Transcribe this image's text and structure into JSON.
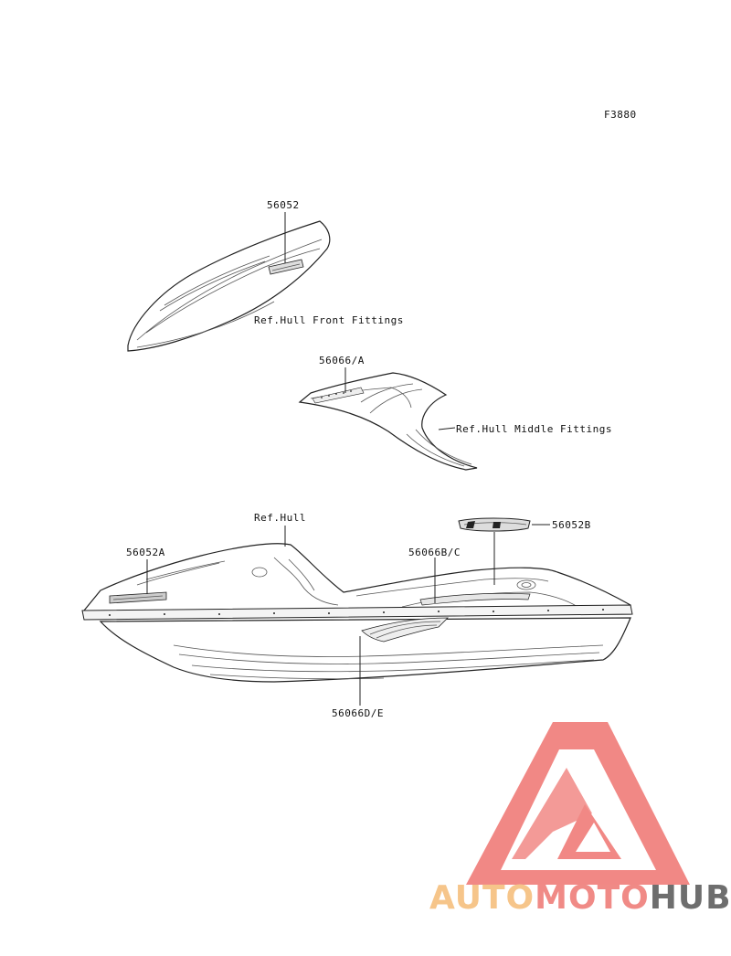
{
  "figure_code": "F3880",
  "parts": {
    "p_56052": "56052",
    "p_56066A": "56066/A",
    "p_56052A": "56052A",
    "p_56066BC": "56066B/C",
    "p_56052B": "56052B",
    "p_56066DE": "56066D/E"
  },
  "references": {
    "hull_front": "Ref.Hull Front Fittings",
    "hull_middle": "Ref.Hull Middle Fittings",
    "hull": "Ref.Hull"
  },
  "watermark": {
    "part1": "AUTO",
    "part2": "MOTO",
    "part3": "HUB",
    "colors": {
      "auto": "#f6c58a",
      "moto": "#f08a86",
      "hub": "#6e6e6e",
      "logo": "#f07c78"
    }
  }
}
